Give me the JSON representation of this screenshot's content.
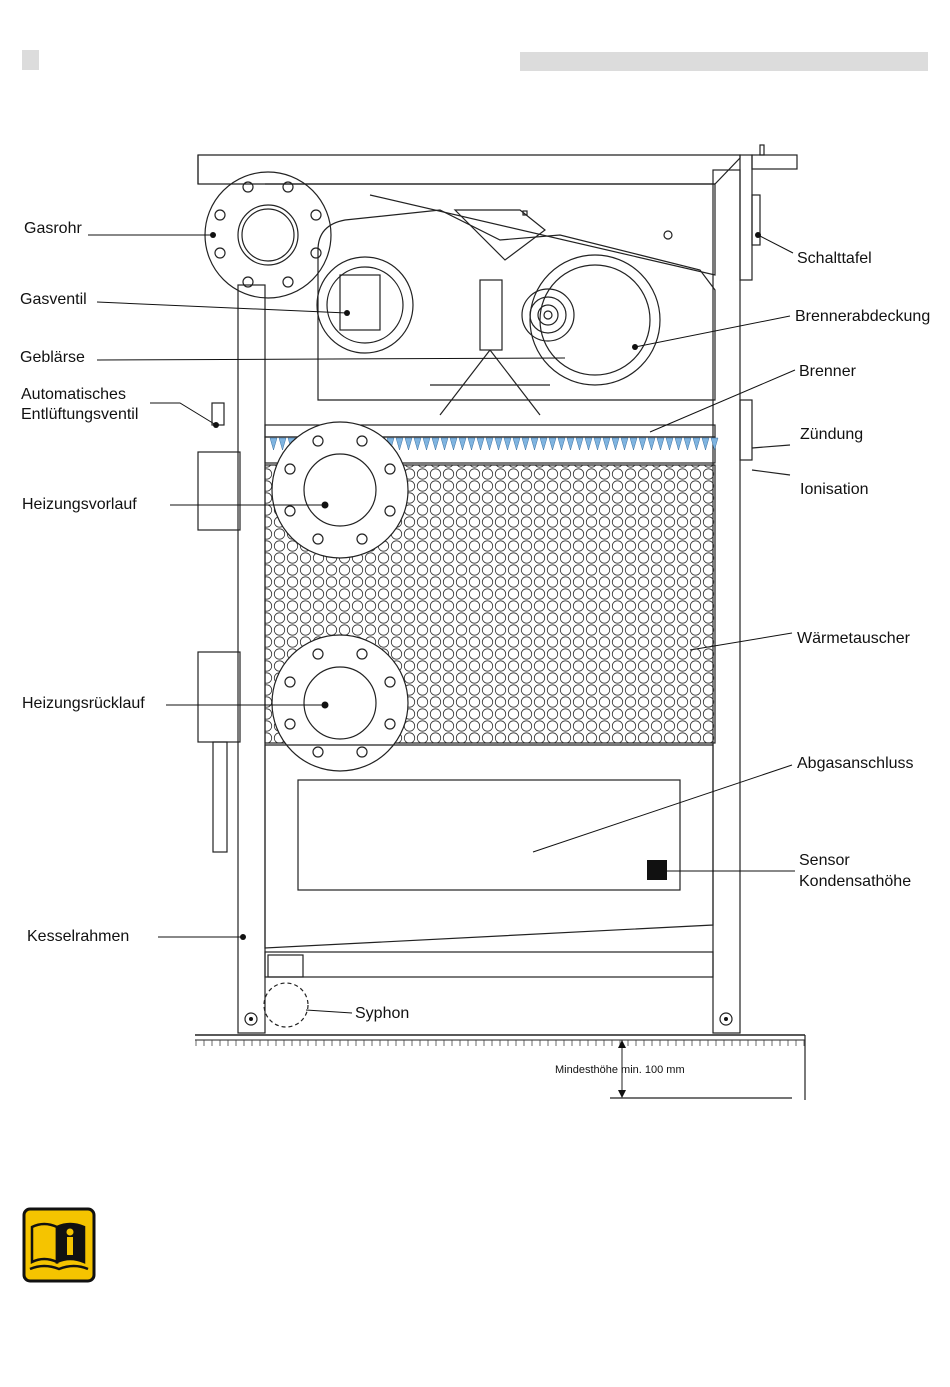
{
  "colors": {
    "header_bar": "#dcdcdc",
    "burner_flame": "#7fb4e0",
    "info_icon_bg": "#f5c400",
    "info_icon_border": "#111111"
  },
  "labels": {
    "gasrohr": "Gasrohr",
    "gasventil": "Gasventil",
    "geblaerse": "Geblärse",
    "entlueftung_line1": "Automatisches",
    "entlueftung_line2": "Entlüftungsventil",
    "heizungsvorlauf": "Heizungsvorlauf",
    "heizungsruecklauf": "Heizungsrücklauf",
    "kesselrahmen": "Kesselrahmen",
    "schalttafel": "Schalttafel",
    "brennerabdeckung": "Brennerabdeckung",
    "brenner": "Brenner",
    "zuendung": "Zündung",
    "ionisation": "Ionisation",
    "waermetauscher": "Wärmetauscher",
    "abgasanschluss": "Abgasanschluss",
    "sensor_line1": "Sensor",
    "sensor_line2": "Kondensathöhe",
    "syphon": "Syphon",
    "mindesthoehe": "Mindesthöhe min. 100 mm"
  },
  "icons": {
    "info_manual": "book-info-icon"
  }
}
